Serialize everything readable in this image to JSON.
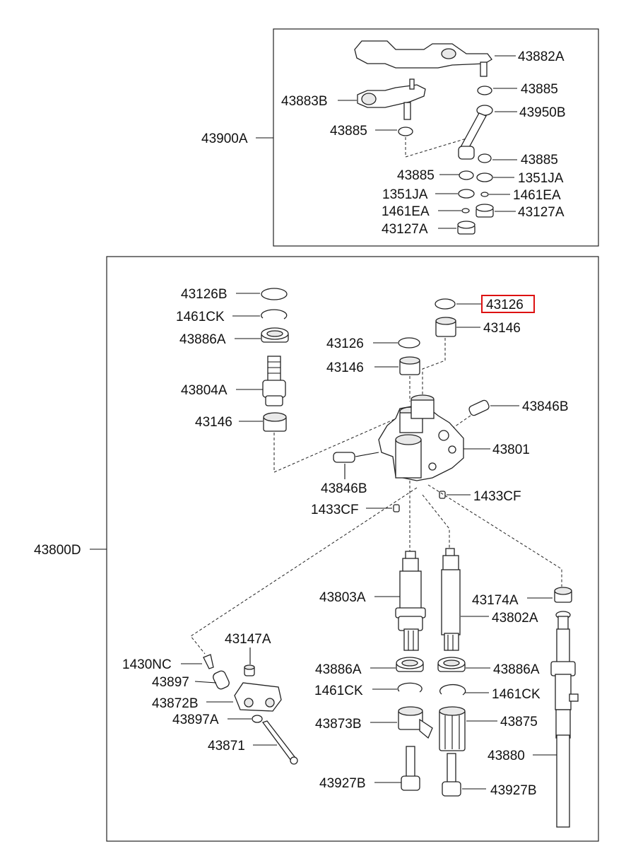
{
  "upper_group": {
    "assembly": "43900A",
    "parts": {
      "lever_a": "43882A",
      "washer_1": "43885",
      "lever_b": "43883B",
      "washer_2": "43885",
      "link": "43950B",
      "washer_3": "43885",
      "washer_4": "43885",
      "nut_1": "1351JA",
      "nut_2": "1351JA",
      "clip_1": "1461EA",
      "clip_2": "1461EA",
      "bush_1": "43127A",
      "bush_2": "43127A"
    }
  },
  "lower_group": {
    "assembly": "43800D",
    "parts": {
      "seal_b": "43126B",
      "snap_ring_top": "1461CK",
      "seal_a_top": "43886A",
      "shaft_a": "43804A",
      "bearing_left": "43146",
      "oring_mid": "43126",
      "bearing_mid": "43146",
      "oring_highlight": "43126",
      "bearing_right": "43146",
      "pin_right": "43846B",
      "housing": "43801",
      "pin_left": "43846B",
      "plug_right": "1433CF",
      "plug_left": "1433CF",
      "shaft_left": "43803A",
      "bearing_shift": "43174A",
      "shaft_right": "43802A",
      "cotter_pin": "43147A",
      "pin_1430": "1430NC",
      "pin_43897": "43897",
      "seal_a_left": "43886A",
      "seal_a_right": "43886A",
      "snap_left": "1461CK",
      "snap_right": "1461CK",
      "bracket": "43872B",
      "washer_43897a": "43897A",
      "gear_left": "43873B",
      "gear_right": "43875",
      "rod": "43871",
      "shift_rod": "43880",
      "bolt_left": "43927B",
      "bolt_right": "43927B"
    }
  }
}
